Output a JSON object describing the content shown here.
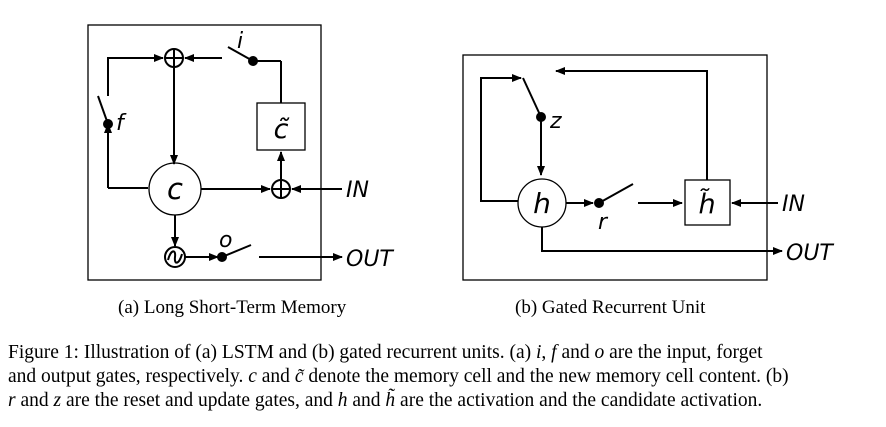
{
  "lstm": {
    "gate_i": "i",
    "gate_f": "f",
    "gate_o": "o",
    "cell": "c",
    "candidate": "c̃",
    "input": "IN",
    "output": "OUT",
    "subcaption": "(a) Long Short-Term Memory"
  },
  "gru": {
    "gate_z": "z",
    "gate_r": "r",
    "activation": "h",
    "candidate": "h̃",
    "input": "IN",
    "output": "OUT",
    "subcaption": "(b) Gated Recurrent Unit"
  },
  "caption": {
    "line1_a": "Figure 1:  Illustration of (a) LSTM and (b) gated recurrent units. (a) ",
    "sym_i": "i",
    "line1_b": ", ",
    "sym_f": "f",
    "line1_c": " and ",
    "sym_o": "o",
    "line1_d": " are the input, forget",
    "line2_a": "and output gates, respectively. ",
    "sym_c": "c",
    "line2_b": " and ",
    "sym_ctilde": "c̃",
    "line2_c": " denote the memory cell and the new memory cell content. (b)",
    "sym_r": "r",
    "line3_a": " and ",
    "sym_z": "z",
    "line3_b": " are the reset and update gates, and ",
    "sym_h": "h",
    "line3_c": " and ",
    "sym_htilde": "h̃",
    "line3_d": " are the activation and the candidate activation."
  }
}
